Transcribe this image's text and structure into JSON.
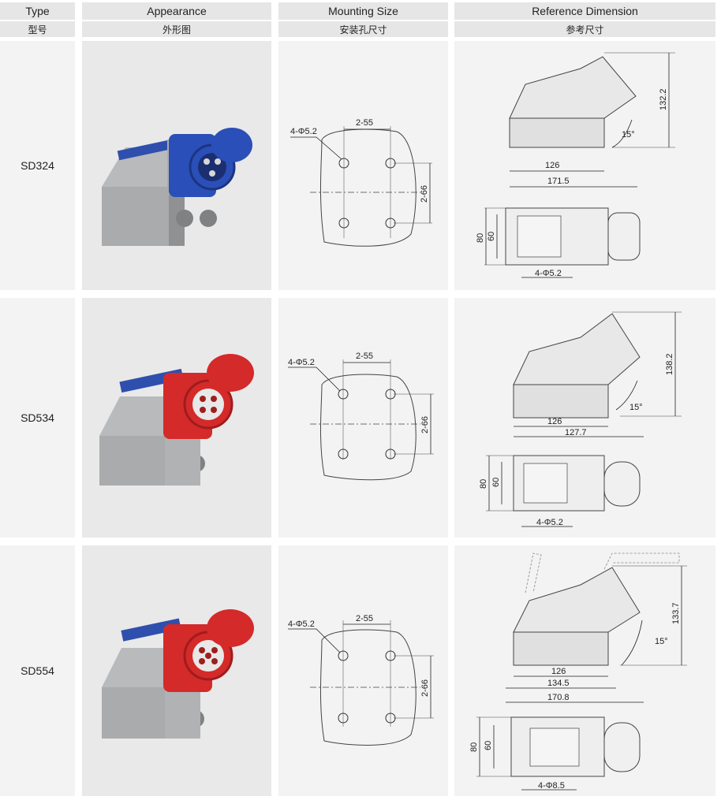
{
  "header": {
    "type_en": "Type",
    "appearance_en": "Appearance",
    "mounting_en": "Mounting Size",
    "reference_en": "Reference Dimension",
    "type_cn": "型号",
    "appearance_cn": "外形图",
    "mounting_cn": "安装孔尺寸",
    "reference_cn": "参考尺寸"
  },
  "rows": [
    {
      "type": "SD324",
      "color": "#2a4fb8",
      "mounting": {
        "hole": "4-Φ5.2",
        "h": "2-55",
        "v": "2-66"
      },
      "reference": {
        "height": "132.2",
        "angle": "15°",
        "width_a": "126",
        "width_b": "171.5",
        "width_c": "",
        "depth_outer": "80",
        "depth_inner": "60",
        "hole": "4-Φ5.2"
      }
    },
    {
      "type": "SD534",
      "color": "#d42a2a",
      "mounting": {
        "hole": "4-Φ5.2",
        "h": "2-55",
        "v": "2-66"
      },
      "reference": {
        "height": "138.2",
        "angle": "15°",
        "width_a": "126",
        "width_b": "127.7",
        "width_c": "",
        "depth_outer": "80",
        "depth_inner": "60",
        "hole": "4-Φ5.2"
      }
    },
    {
      "type": "SD554",
      "color": "#d42a2a",
      "mounting": {
        "hole": "4-Φ5.2",
        "h": "2-55",
        "v": "2-66"
      },
      "reference": {
        "height": "133.7",
        "angle": "15°",
        "width_a": "126",
        "width_b": "134.5",
        "width_c": "170.8",
        "depth_outer": "80",
        "depth_inner": "60",
        "hole": "4-Φ8.5"
      }
    }
  ]
}
